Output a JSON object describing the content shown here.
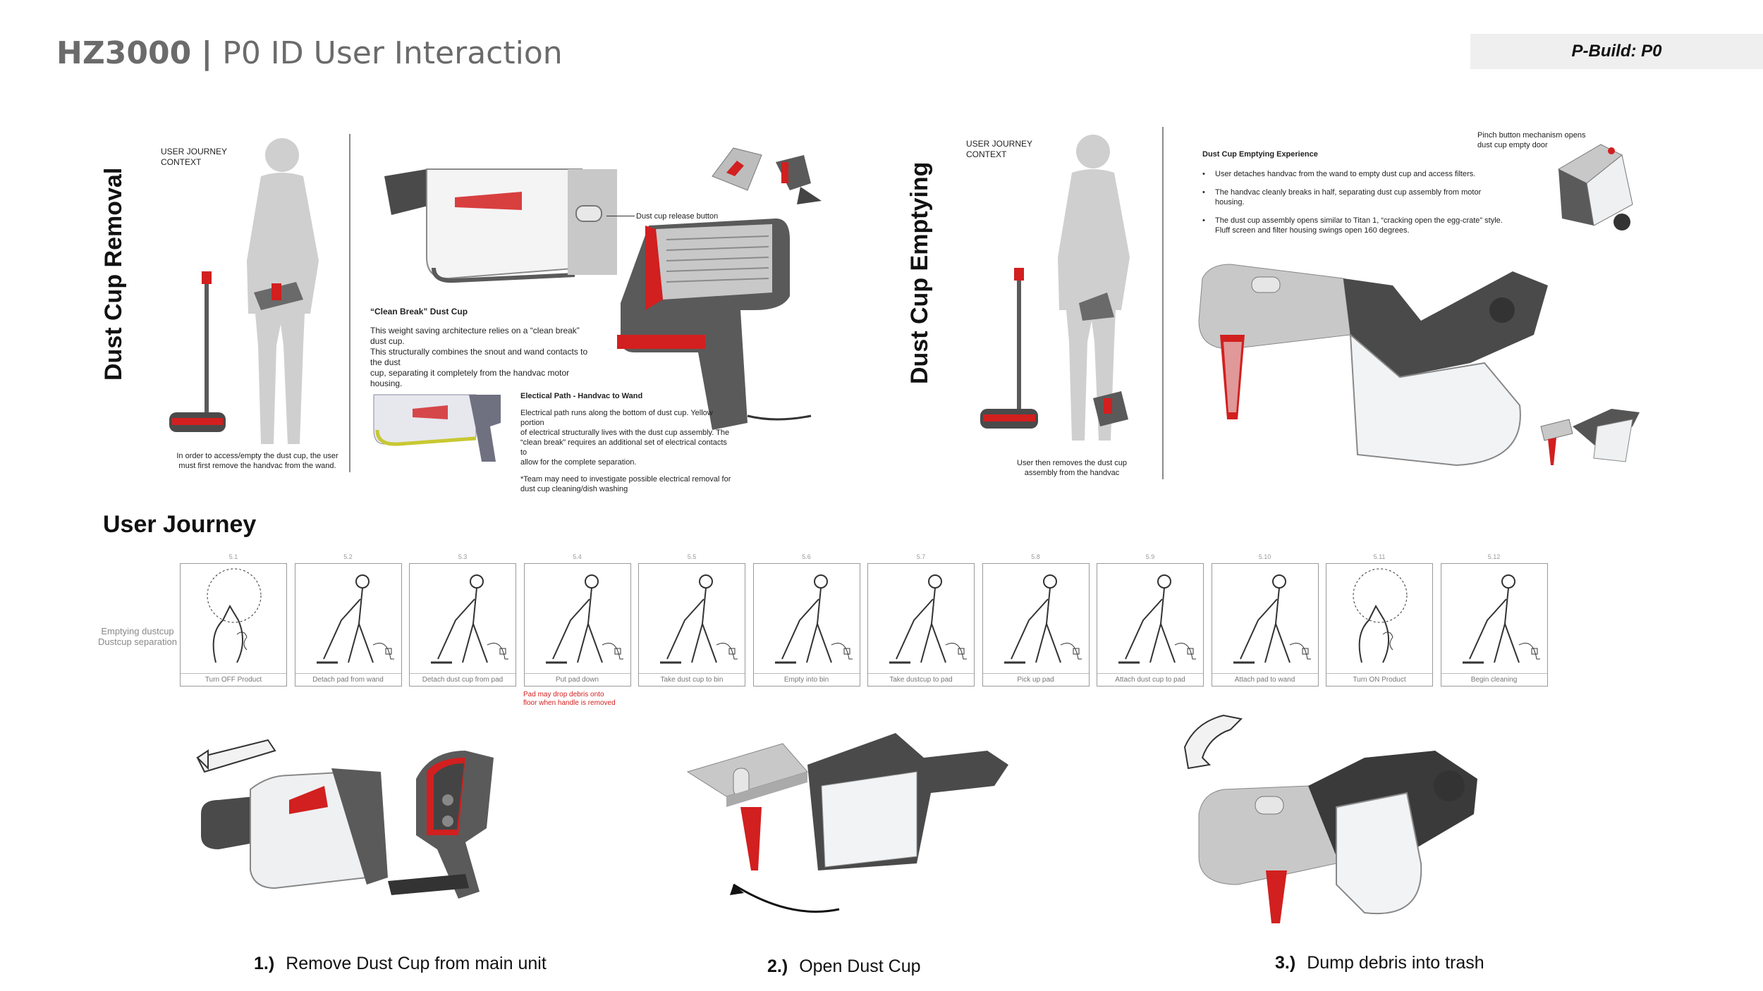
{
  "header": {
    "model": "HZ3000",
    "separator": "|",
    "subtitle": "P0 ID User Interaction",
    "build_label": "P-Build: P0"
  },
  "removal": {
    "section_title": "Dust Cup Removal",
    "context_label_1": "USER JOURNEY",
    "context_label_2": "CONTEXT",
    "bottom_caption_1": "In order to access/empty the dust cup, the user",
    "bottom_caption_2": "must first remove the handvac from the wand.",
    "release_callout": "Dust cup release button",
    "clean_break_title": "“Clean Break” Dust Cup",
    "clean_break_1": "This weight saving architecture relies on a “clean break” dust cup.",
    "clean_break_2": "This structurally combines the snout and wand contacts to the dust",
    "clean_break_3": "cup, separating it completely from the handvac motor housing.",
    "electrical_title": "Electical Path - Handvac to Wand",
    "electrical_1": "Electrical path runs along the bottom of dust cup. Yellow portion",
    "electrical_2": "of electrical structurally lives with the dust cup assembly. The",
    "electrical_3": "“clean break” requires an additional set of electrical contacts to",
    "electrical_4": "allow for the complete separation.",
    "electrical_note_1": "*Team may need to investigate possible electrical removal for",
    "electrical_note_2": "dust cup cleaning/dish washing"
  },
  "emptying": {
    "section_title": "Dust Cup Emptying",
    "context_label_1": "USER JOURNEY",
    "context_label_2": "CONTEXT",
    "bottom_caption_1": "User then removes the dust cup",
    "bottom_caption_2": "assembly from the handvac",
    "pinch_callout_1": "Pinch button mechanism opens",
    "pinch_callout_2": "dust cup empty door",
    "experience_title": "Dust Cup Emptying Experience",
    "bullets": [
      "User detaches handvac from the wand to empty dust cup and access filters.",
      "The handvac cleanly breaks in half, separating dust cup assembly from motor housing.",
      "The dust cup assembly opens similar to Titan 1, “cracking open the egg-crate” style. Fluff screen and filter housing swings open 160 degrees."
    ]
  },
  "journey": {
    "heading": "User Journey",
    "row_label_1": "Emptying dustcup",
    "row_label_2": "Dustcup separation",
    "note_1": "Pad may drop debris onto",
    "note_2": "floor when handle is removed",
    "frames": [
      {
        "num": "5.1",
        "caption": "Turn OFF Product"
      },
      {
        "num": "5.2",
        "caption": "Detach pad from wand"
      },
      {
        "num": "5.3",
        "caption": "Detach dust cup from pad"
      },
      {
        "num": "5.4",
        "caption": "Put pad down"
      },
      {
        "num": "5.5",
        "caption": "Take dust cup to bin"
      },
      {
        "num": "5.6",
        "caption": "Empty into bin"
      },
      {
        "num": "5.7",
        "caption": "Take dustcup to pad"
      },
      {
        "num": "5.8",
        "caption": "Pick up pad"
      },
      {
        "num": "5.9",
        "caption": "Attach dust cup to pad"
      },
      {
        "num": "5.10",
        "caption": "Attach pad to wand"
      },
      {
        "num": "5.11",
        "caption": "Turn ON Product"
      },
      {
        "num": "5.12",
        "caption": "Begin cleaning"
      }
    ]
  },
  "steps": [
    {
      "num": "1.)",
      "label": "Remove Dust Cup from main unit"
    },
    {
      "num": "2.)",
      "label": "Open Dust Cup"
    },
    {
      "num": "3.)",
      "label": "Dump debris into trash"
    }
  ],
  "colors": {
    "accent_red": "#d21f1f",
    "body_grey": "#5a5a5a",
    "silver": "#c8c8c8",
    "silhouette": "#cfcfcf"
  }
}
